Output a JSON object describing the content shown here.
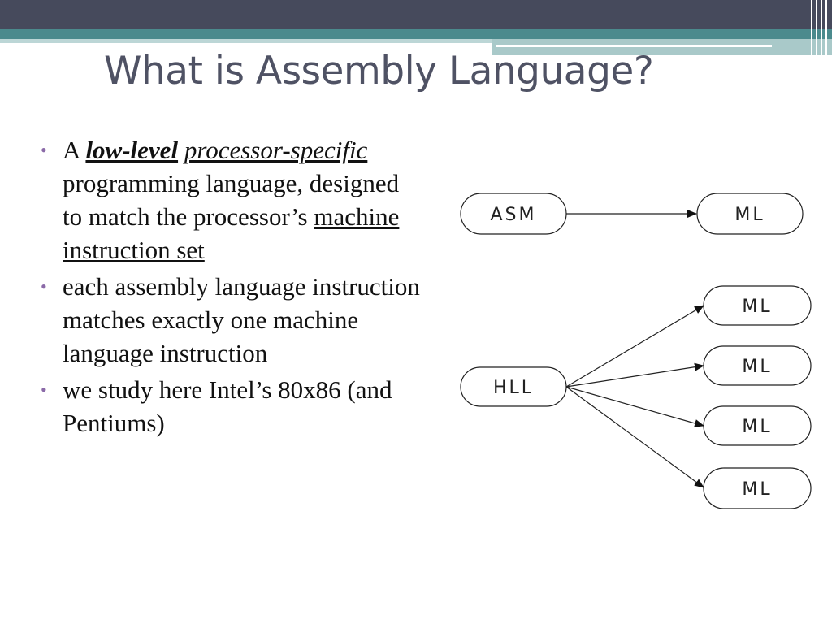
{
  "title": "What is Assembly Language?",
  "bullets": {
    "b1": {
      "a": "A",
      "low_level": "low-level",
      "processor_specific": "processor-specific",
      "rest1": "programming language, designed to match the processor’s",
      "machine_instruction_set": "machine instruction set"
    },
    "b2": "each assembly language instruction matches exactly one machine language instruction",
    "b3": "we study here Intel’s 80x86 (and Pentiums)"
  },
  "diagram": {
    "asm": "ASM",
    "ml_top": "ML",
    "hll": "HLL",
    "ml_outputs": [
      "ML",
      "ML",
      "ML",
      "ML"
    ]
  }
}
